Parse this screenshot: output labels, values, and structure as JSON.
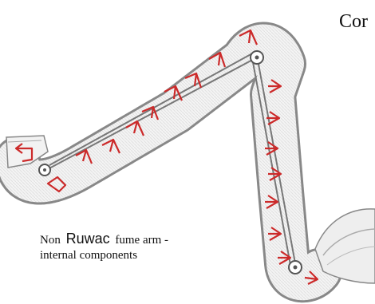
{
  "title": "Cor",
  "caption": {
    "prefix": "Non",
    "brand": "Ruwac",
    "suffix": "fume arm -",
    "line2": "internal components"
  },
  "colors": {
    "hose_outline": "#8a8a8a",
    "arrow": "#cc2a2a",
    "rod": "#777777"
  },
  "icons": [
    "flow-arrow-icon",
    "pivot-joint-icon",
    "hood-icon",
    "connector-icon"
  ]
}
